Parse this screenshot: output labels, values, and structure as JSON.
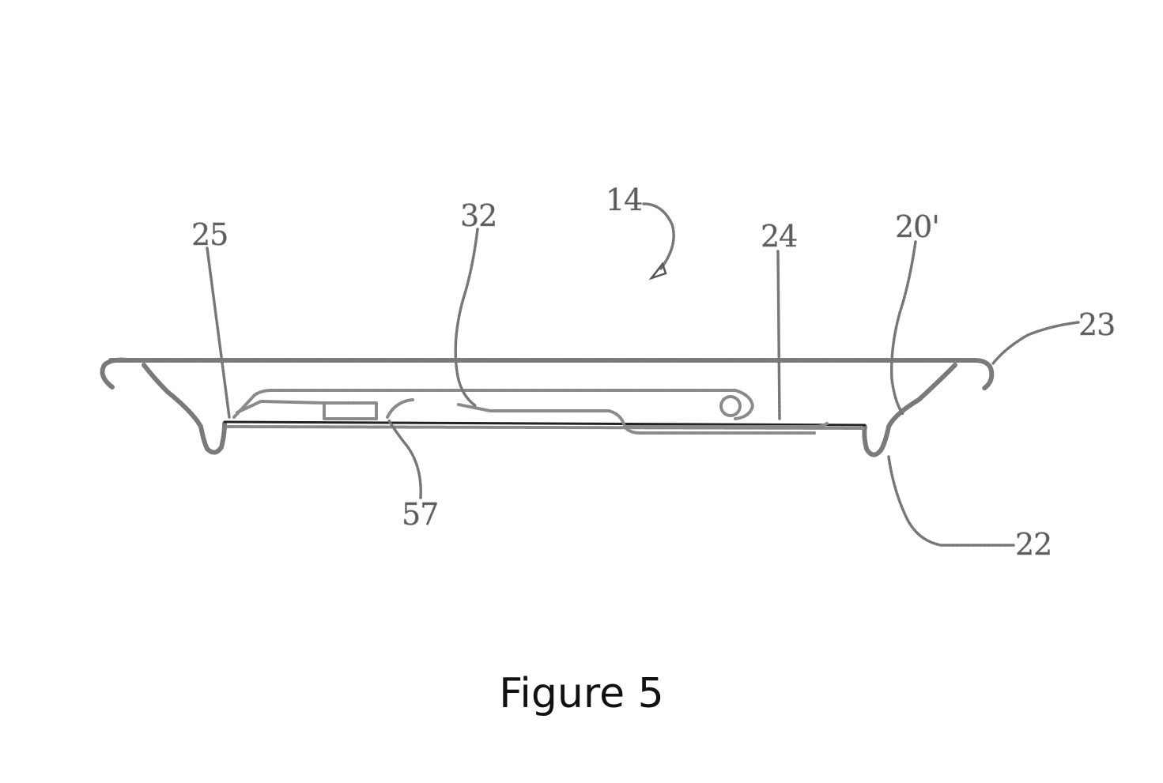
{
  "figure": {
    "caption": "Figure 5",
    "reference_numerals": {
      "assembly": "14",
      "n25": "25",
      "n32": "32",
      "n24": "24",
      "n20p": "20'",
      "n23": "23",
      "n22": "22",
      "n57": "57"
    }
  }
}
